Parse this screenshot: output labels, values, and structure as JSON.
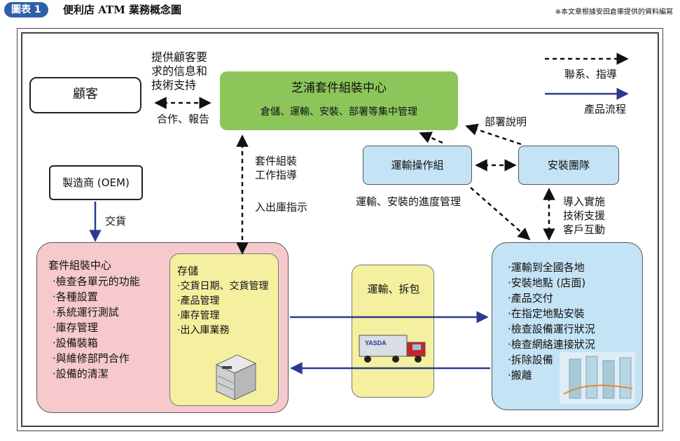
{
  "header": {
    "badge": "圖表 1",
    "title": "便利店 ATM 業務概念圖",
    "note": "※本文章根據安田倉庫提供的資料編寫"
  },
  "legend": {
    "dashed_label": "聯系、指導",
    "solid_label": "產品流程",
    "dashed_color": "#111111",
    "solid_color": "#2b3a8f"
  },
  "nodes": {
    "customer": "顧客",
    "customer_note": [
      "提供顧客要",
      "求的信息和",
      "技術支持"
    ],
    "customer_report": "合作、報告",
    "shibaura": {
      "title": "芝浦套件組裝中心",
      "sub": "倉儲、運輸、安裝、部署等集中管理",
      "color": "#8cc65a"
    },
    "oem": "製造商 (OEM)",
    "delivery": "交貨",
    "kit_instr": [
      "套件組裝",
      "工作指導"
    ],
    "inout_instr": "入出庫指示",
    "transport_team": "運輸操作組",
    "install_team": "安裝團隊",
    "dept_explain": "部署說明",
    "progress": "運輸、安裝的進度管理",
    "install_support": [
      "導入實施",
      "技術支援",
      "客戶互動"
    ],
    "kit_center": {
      "title": "套件組裝中心",
      "items": [
        "·檢查各單元的功能",
        "·各種設置",
        "·系統運行測試",
        "·庫存管理",
        "·設備裝箱",
        "·與維修部門合作",
        "·設備的清潔"
      ],
      "color": "#f6c9cc"
    },
    "storage": {
      "title": "存儲",
      "items": [
        "·交貨日期、交貨管理",
        "·產品管理",
        "·庫存管理",
        "·出入庫業務"
      ],
      "color": "#f4f0a0"
    },
    "transport_unpack": {
      "title": "運輸、拆包",
      "color": "#f4f0a0"
    },
    "truck_logo": "YASDA",
    "field": {
      "items": [
        "·運輸到全國各地",
        "·安裝地點 (店面)",
        "·產品交付",
        "·在指定地點安裝",
        "·檢查設備運行狀況",
        "·檢查網絡連接狀況",
        "·拆除設備",
        "·搬離"
      ],
      "color": "#c4e3f5"
    }
  }
}
